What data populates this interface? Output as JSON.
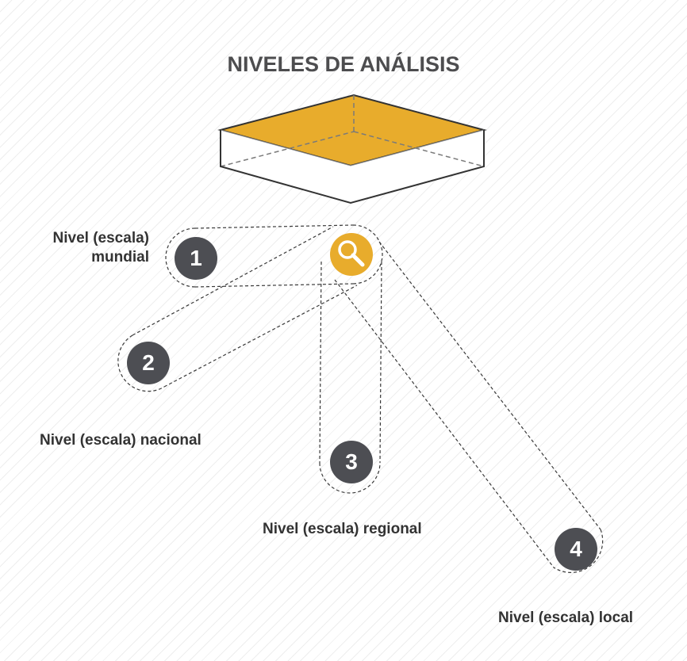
{
  "title": "NIVELES DE ANÁLISIS",
  "colors": {
    "accent": "#e8ac2c",
    "badge": "#4d4e53",
    "text": "#333333"
  },
  "icons": [
    "magnifier-icon"
  ],
  "levels": [
    {
      "number": "1",
      "label_line1": "Nivel (escala)",
      "label_line2": "mundial"
    },
    {
      "number": "2",
      "label": "Nivel (escala) nacional"
    },
    {
      "number": "3",
      "label": "Nivel (escala) regional"
    },
    {
      "number": "4",
      "label": "Nivel (escala) local"
    }
  ]
}
